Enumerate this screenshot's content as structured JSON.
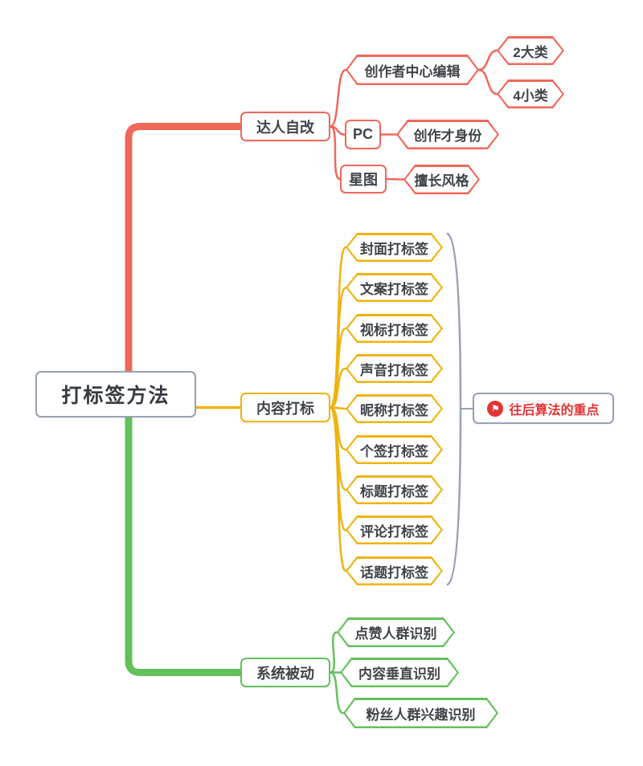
{
  "colors": {
    "red": "#f0685a",
    "yellow": "#eeb30e",
    "green": "#63c15b",
    "gray": "#98a1b3",
    "annotation_red": "#e23434",
    "text": "#3f444b"
  },
  "root": {
    "label": "打标签方法"
  },
  "branches": [
    {
      "label": "达人自改",
      "children": [
        {
          "label": "创作者中心编辑",
          "children": [
            {
              "label": "2大类"
            },
            {
              "label": "4小类"
            }
          ]
        },
        {
          "label": "PC",
          "children": [
            {
              "label": "创作才身份"
            }
          ]
        },
        {
          "label": "星图",
          "children": [
            {
              "label": "擅长风格"
            }
          ]
        }
      ]
    },
    {
      "label": "内容打标",
      "children": [
        {
          "label": "封面打标签"
        },
        {
          "label": "文案打标签"
        },
        {
          "label": "视标打标签"
        },
        {
          "label": "声音打标签"
        },
        {
          "label": "昵称打标签"
        },
        {
          "label": "个签打标签"
        },
        {
          "label": "标题打标签"
        },
        {
          "label": "评论打标签"
        },
        {
          "label": "话题打标签"
        }
      ],
      "summary": {
        "label": "往后算法的重点",
        "icon": "flag-icon",
        "icon_glyph": "⚑"
      }
    },
    {
      "label": "系统被动",
      "children": [
        {
          "label": "点赞人群识别"
        },
        {
          "label": "内容垂直识别"
        },
        {
          "label": "粉丝人群兴趣识别"
        }
      ]
    }
  ]
}
